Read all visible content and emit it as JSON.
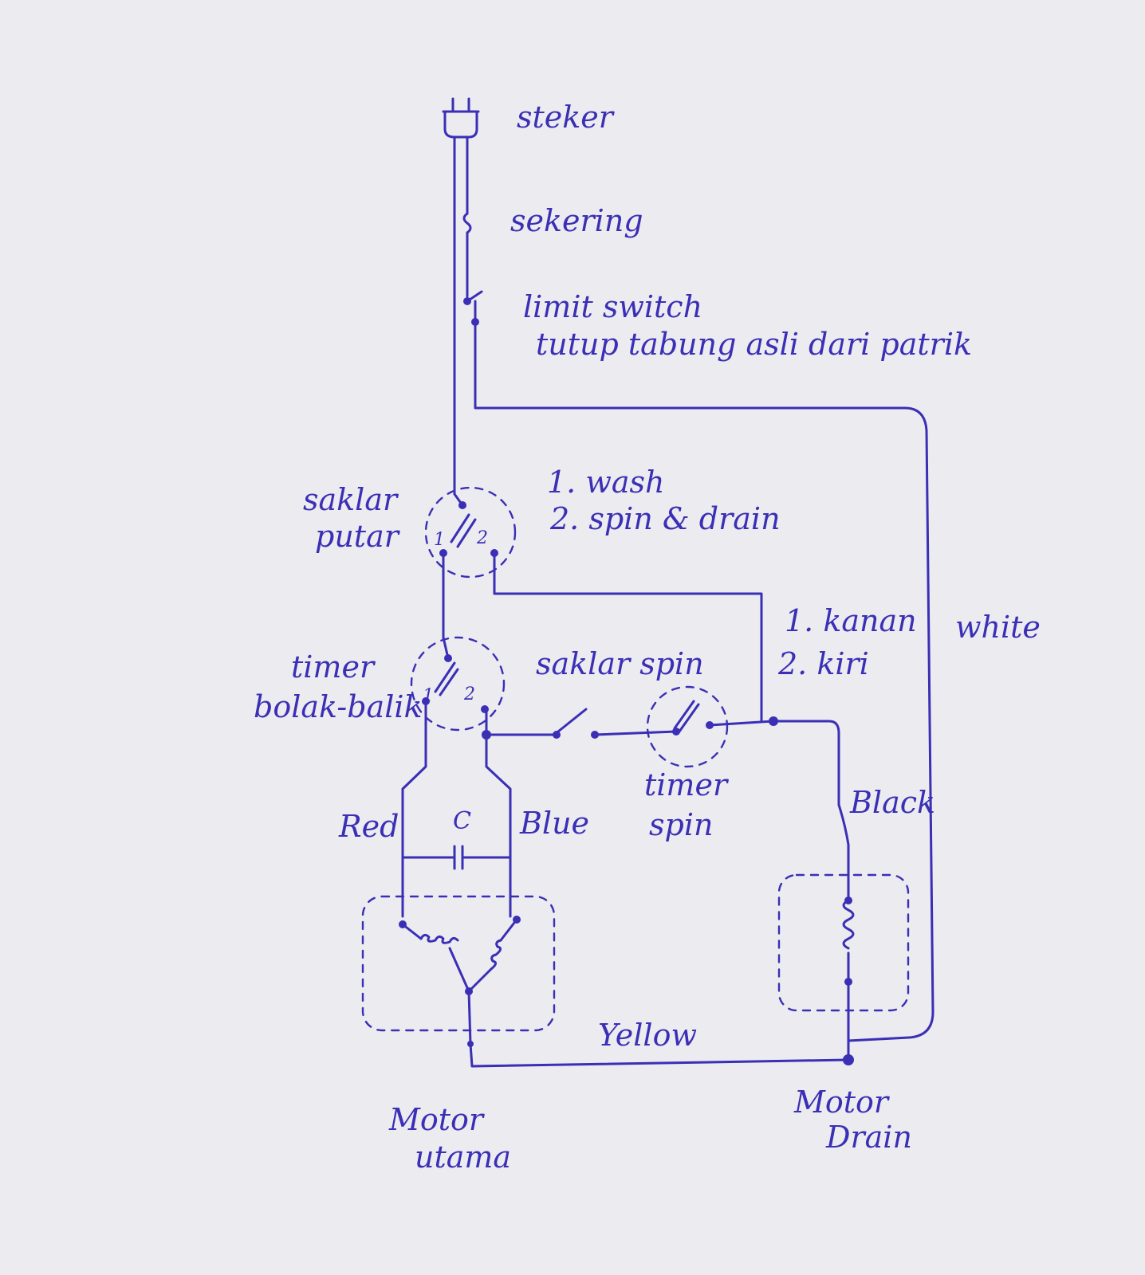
{
  "ink_color": "#3a2fb5",
  "paper_color": "#ebebf0",
  "labels": {
    "steker": "steker",
    "sekering": "sekering",
    "limit_switch_line1": "limit switch",
    "limit_switch_line2": "tutup tabung asli dari patrik",
    "saklar_putar_line1": "saklar",
    "saklar_putar_line2": "putar",
    "mode_1": "1. wash",
    "mode_2": "2. spin & drain",
    "timer_bolak_line1": "timer",
    "timer_bolak_line2": "bolak-balik",
    "saklar_spin": "saklar spin",
    "direction_1": "1. kanan",
    "direction_2": "2. kiri",
    "white": "white",
    "timer_spin_line1": "timer",
    "timer_spin_line2": "spin",
    "red": "Red",
    "capacitor": "C",
    "blue": "Blue",
    "black": "Black",
    "yellow": "Yellow",
    "motor_utama_line1": "Motor",
    "motor_utama_line2": "utama",
    "motor_drain_line1": "Motor",
    "motor_drain_line2": "Drain"
  },
  "terminals": {
    "putar_1": "1",
    "putar_2": "2",
    "bolak_1": "1",
    "bolak_2": "2"
  }
}
